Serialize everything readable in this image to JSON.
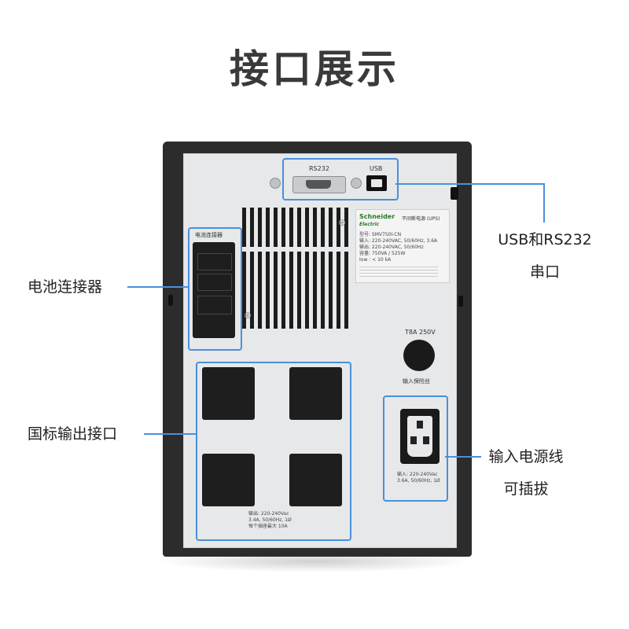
{
  "title": "接口展示",
  "ports": {
    "rs232": "RS232",
    "usb": "USB"
  },
  "battery_connector_label": "电池连接器",
  "nameplate": {
    "brand": "Schneider",
    "brand_sub": "Electric",
    "product": "不间断电源 (UPS)",
    "lines": [
      "型号: SMV750I-CN",
      "输入: 220-240VAC, 50/60Hz, 3.6A",
      "输出: 220-240VAC, 50/60Hz",
      "容量: 750VA / 525W",
      "Iow : < 10 kA"
    ]
  },
  "fuse": {
    "rating": "T8A 250V",
    "label": "输入保险丝"
  },
  "output_note": [
    "输出: 220-240Vac",
    "3.4A, 50/60Hz, 1Ø",
    "每个插座最大 10A"
  ],
  "input_note": [
    "输入: 220-240Vac",
    "3.6A, 50/60Hz, 1Ø"
  ],
  "callouts": {
    "usb_rs232": [
      "USB和RS232",
      "串口"
    ],
    "battery": "电池连接器",
    "output": "国标输出接口",
    "input": [
      "输入电源线",
      "可插拔"
    ]
  },
  "colors": {
    "accent": "#4a90d9",
    "chassis": "#2c2c2c",
    "panel": "#e6e8ea"
  }
}
